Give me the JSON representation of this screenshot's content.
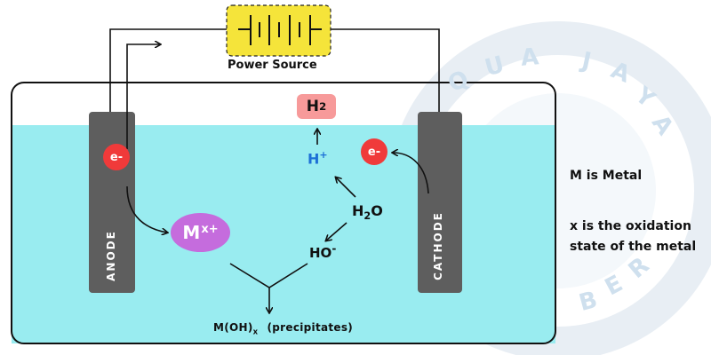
{
  "power_source_label": "Power Source",
  "h2": {
    "base": "H",
    "sub": "2"
  },
  "h_plus": {
    "base": "H",
    "sup": "+"
  },
  "water": {
    "base": "H",
    "sub": "2",
    "tail": "O"
  },
  "hydroxide": {
    "base": "HO",
    "sup": "-"
  },
  "metal_ion": {
    "base": "M",
    "sup": "x+"
  },
  "precipitate": {
    "base": "M(OH)",
    "sub": "x",
    "note": "(precipitates)"
  },
  "electron_label": "e-",
  "anode_label": "ANODE",
  "cathode_label": "CATHODE",
  "notes": {
    "metal": "M is Metal",
    "oxidation_line1": "x is the oxidation",
    "oxidation_line2": "state of the metal"
  },
  "watermark": {
    "q": "Q",
    "u": "U",
    "a": "A",
    "j": "J",
    "a2": "A",
    "y": "Y",
    "a3": "A",
    "b": "B",
    "e": "E",
    "r": "R"
  },
  "colors": {
    "electrolyte": "#99ecf0",
    "electrode": "#5e5e5e",
    "battery": "#f5e43a",
    "electron": "#f03a3a",
    "ion": "#c56cdd",
    "h2_box": "#f79a9a",
    "h_plus_text": "#1d6fd6"
  }
}
